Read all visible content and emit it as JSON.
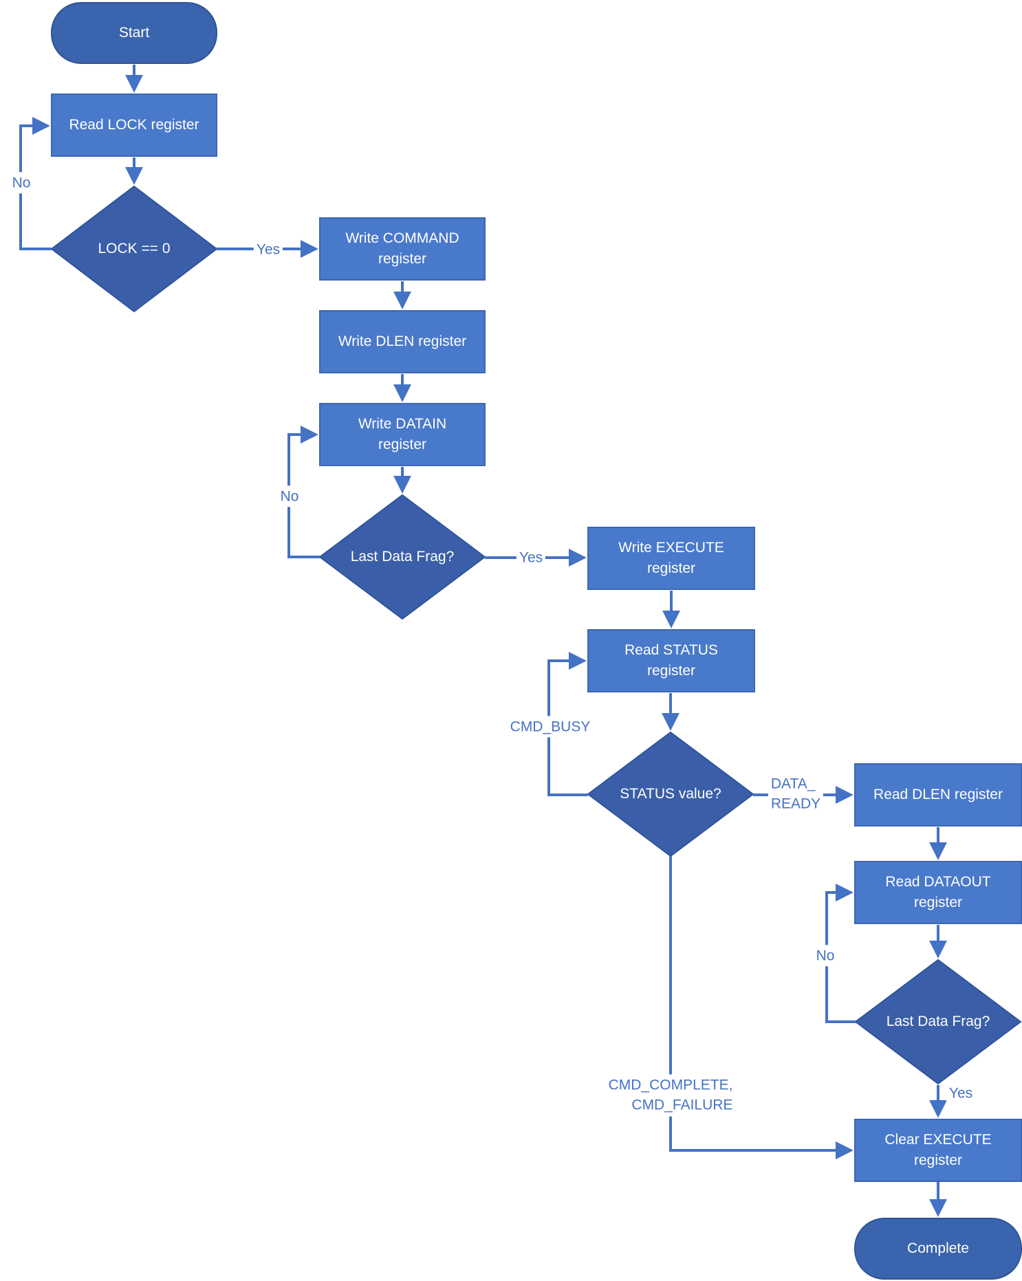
{
  "diagram": {
    "type": "flowchart",
    "nodes": {
      "start": {
        "type": "terminator",
        "label": "Start"
      },
      "read_lock": {
        "type": "process",
        "label": "Read LOCK register"
      },
      "lock_check": {
        "type": "decision",
        "label": "LOCK == 0"
      },
      "write_command": {
        "type": "process",
        "label": "Write COMMAND\nregister"
      },
      "write_dlen": {
        "type": "process",
        "label": "Write DLEN register"
      },
      "write_datain": {
        "type": "process",
        "label": "Write DATAIN\nregister"
      },
      "last_data_frag_in": {
        "type": "decision",
        "label": "Last Data Frag?"
      },
      "write_execute": {
        "type": "process",
        "label": "Write EXECUTE\nregister"
      },
      "read_status": {
        "type": "process",
        "label": "Read STATUS\nregister"
      },
      "status_value": {
        "type": "decision",
        "label": "STATUS value?"
      },
      "read_dlen": {
        "type": "process",
        "label": "Read DLEN register"
      },
      "read_dataout": {
        "type": "process",
        "label": "Read DATAOUT\nregister"
      },
      "last_data_frag_out": {
        "type": "decision",
        "label": "Last Data Frag?"
      },
      "clear_execute": {
        "type": "process",
        "label": "Clear EXECUTE\nregister"
      },
      "complete": {
        "type": "terminator",
        "label": "Complete"
      }
    },
    "edge_labels": {
      "lock_no": "No",
      "lock_yes": "Yes",
      "frag_in_no": "No",
      "frag_in_yes": "Yes",
      "status_busy": "CMD_BUSY",
      "status_data_ready": "DATA_\nREADY",
      "status_done": "CMD_COMPLETE,\nCMD_FAILURE",
      "frag_out_no": "No",
      "frag_out_yes": "Yes"
    },
    "colors": {
      "process_fill": "#4979CA",
      "process_stroke": "#3C66B3",
      "decision_fill": "#3A5FA8",
      "decision_stroke": "#30549C",
      "terminator_fill": "#3B64AE",
      "terminator_stroke": "#2F5493",
      "connector": "#4472C4",
      "edge_label_text": "#4472C4",
      "node_text": "#FFFFFF"
    }
  }
}
